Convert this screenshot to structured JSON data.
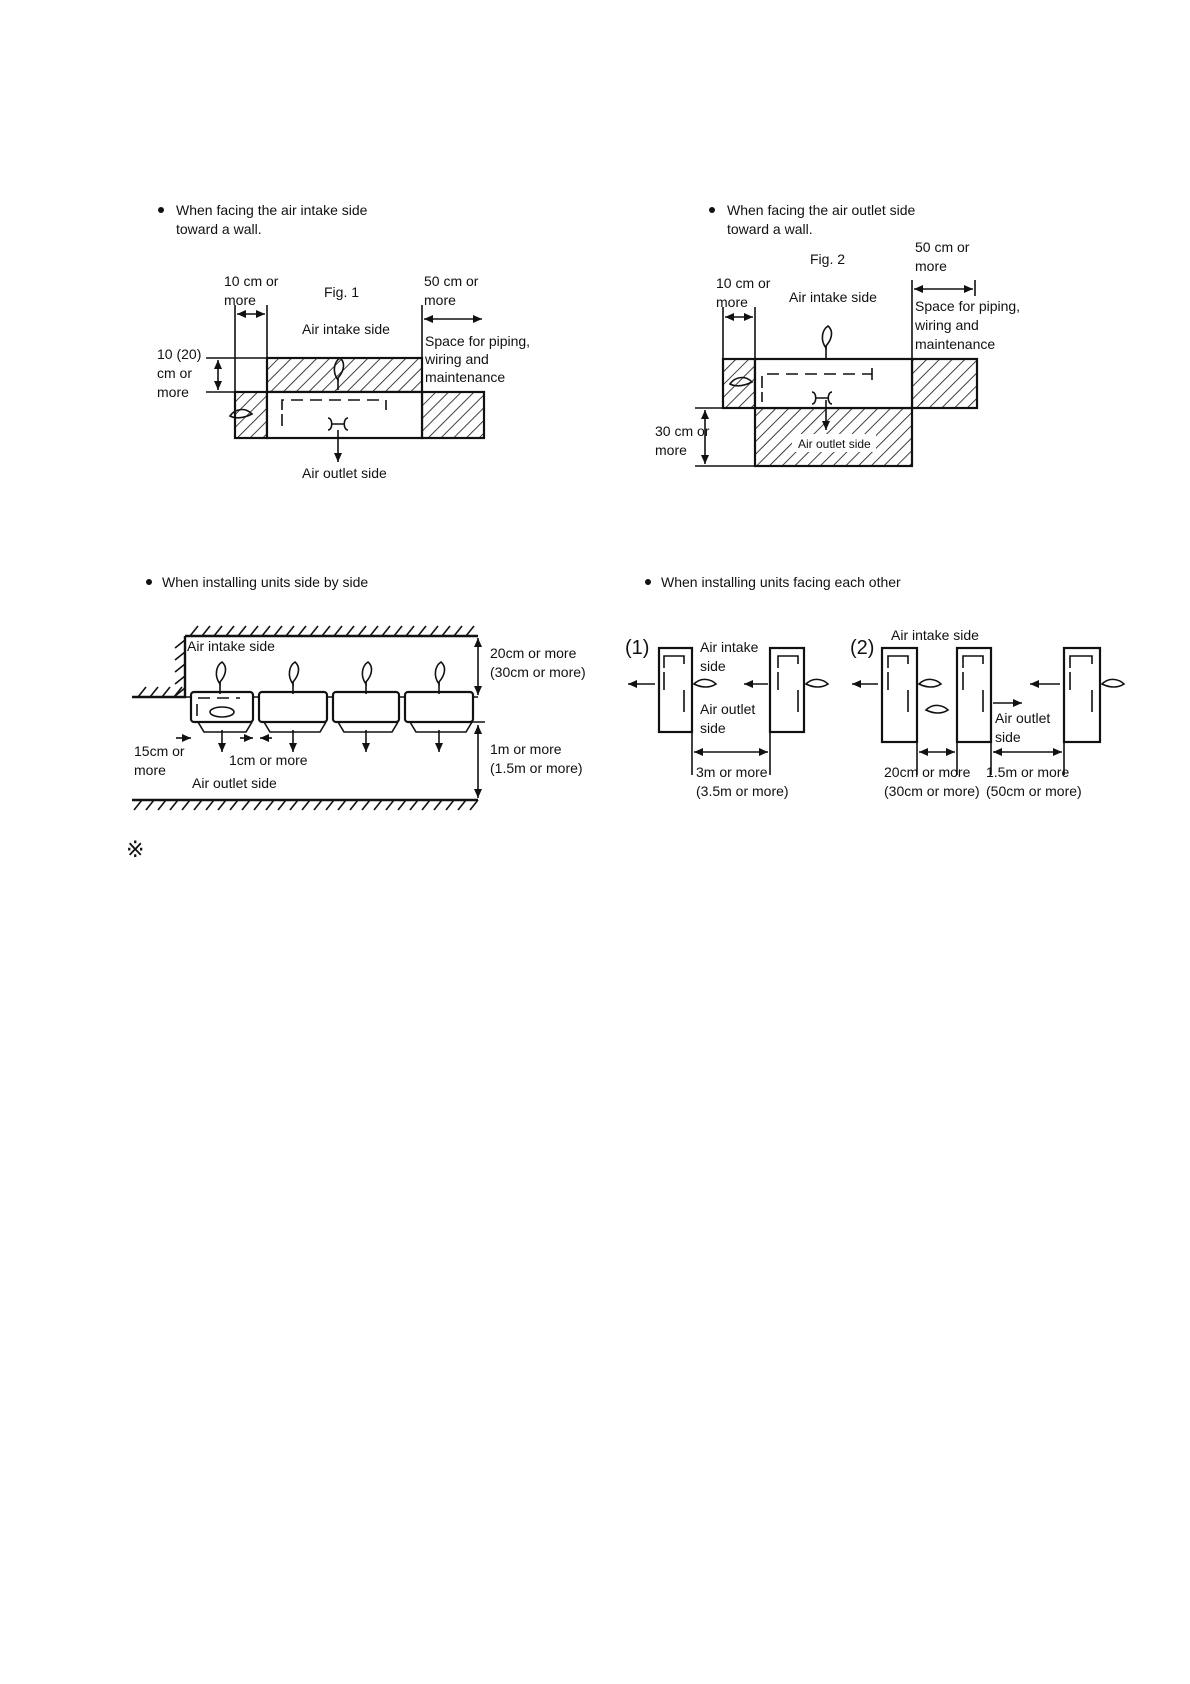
{
  "fig1": {
    "bullet": [
      "When facing the air intake side",
      "toward a wall."
    ],
    "title": "Fig. 1",
    "left_gap": [
      "10 cm or",
      "more"
    ],
    "top_gap": [
      "10 (20)",
      "cm or",
      "more"
    ],
    "right_gap": [
      "50 cm or",
      "more"
    ],
    "space_note": [
      "Space for piping,",
      "wiring and",
      "maintenance"
    ],
    "intake_label": "Air intake side",
    "outlet_label": "Air outlet side"
  },
  "fig2": {
    "bullet": [
      "When facing the air outlet side",
      "toward a wall."
    ],
    "title": "Fig. 2",
    "left_gap": [
      "10 cm or",
      "more"
    ],
    "right_gap": [
      "50 cm or",
      "more"
    ],
    "space_note": [
      "Space for piping,",
      "wiring and",
      "maintenance"
    ],
    "bottom_gap": [
      "30 cm or",
      "more"
    ],
    "intake_label": "Air intake side",
    "outlet_label": "Air outlet side"
  },
  "fig3": {
    "bullet": "When installing units side by side",
    "intake_label": "Air intake side",
    "outlet_label": "Air outlet side",
    "top_gap": [
      "20cm or more",
      "(30cm or more)"
    ],
    "bottom_gap": [
      "1m or more",
      "(1.5m or more)"
    ],
    "left_gap": [
      "15cm or",
      "more"
    ],
    "between_gap": "1cm or more"
  },
  "fig4": {
    "bullet": "When installing units facing each other",
    "case1": {
      "label": "(1)",
      "intake": [
        "Air intake",
        "side"
      ],
      "outlet": [
        "Air outlet",
        "side"
      ],
      "gap": [
        "3m or more",
        "(3.5m or more)"
      ]
    },
    "case2": {
      "label": "(2)",
      "intake": "Air intake side",
      "outlet": [
        "Air outlet",
        "side"
      ],
      "gap_a": [
        "20cm or more",
        "(30cm or more)"
      ],
      "gap_b": [
        "1.5m or more",
        "(50cm or more)"
      ]
    }
  },
  "note_mark": "※"
}
